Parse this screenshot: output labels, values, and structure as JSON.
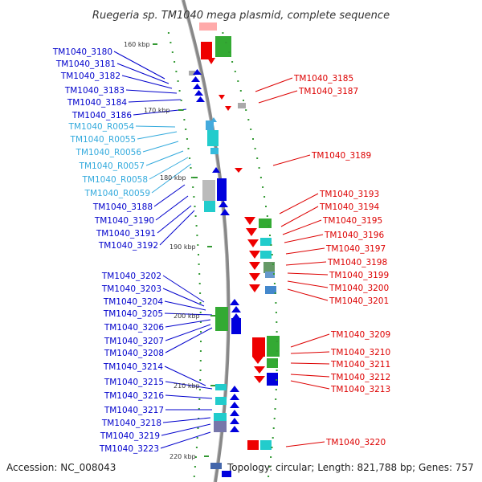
{
  "title": "Ruegeria sp. TM1040 mega plasmid, complete sequence",
  "footer": {
    "accession": "Accession: NC_008043",
    "info": "Topology: circular; Length: 821,788 bp; Genes: 757"
  },
  "colors": {
    "backbone": "#888888",
    "forward_label": "#0000cc",
    "rna_label": "#33aadd",
    "reverse_label": "#dd0000",
    "gene_forward": "#0000dd",
    "gene_reverse": "#ee0000",
    "gene_green": "#33aa33",
    "gene_cyan": "#22cccc",
    "tick": "#339933"
  },
  "ticks": [
    {
      "label": "160 kbp"
    },
    {
      "label": "170 kbp"
    },
    {
      "label": "180 kbp"
    },
    {
      "label": "190 kbp"
    },
    {
      "label": "200 kbp"
    },
    {
      "label": "210 kbp"
    },
    {
      "label": "220 kbp"
    }
  ],
  "left_labels": [
    {
      "text": "TM1040_3180",
      "kind": "forward"
    },
    {
      "text": "TM1040_3181",
      "kind": "forward"
    },
    {
      "text": "TM1040_3182",
      "kind": "forward"
    },
    {
      "text": "TM1040_3183",
      "kind": "forward"
    },
    {
      "text": "TM1040_3184",
      "kind": "forward"
    },
    {
      "text": "TM1040_3186",
      "kind": "forward"
    },
    {
      "text": "TM1040_R0054",
      "kind": "rna"
    },
    {
      "text": "TM1040_R0055",
      "kind": "rna"
    },
    {
      "text": "TM1040_R0056",
      "kind": "rna"
    },
    {
      "text": "TM1040_R0057",
      "kind": "rna"
    },
    {
      "text": "TM1040_R0058",
      "kind": "rna"
    },
    {
      "text": "TM1040_R0059",
      "kind": "rna"
    },
    {
      "text": "TM1040_3188",
      "kind": "forward"
    },
    {
      "text": "TM1040_3190",
      "kind": "forward"
    },
    {
      "text": "TM1040_3191",
      "kind": "forward"
    },
    {
      "text": "TM1040_3192",
      "kind": "forward"
    },
    {
      "text": "TM1040_3202",
      "kind": "forward"
    },
    {
      "text": "TM1040_3203",
      "kind": "forward"
    },
    {
      "text": "TM1040_3204",
      "kind": "forward"
    },
    {
      "text": "TM1040_3205",
      "kind": "forward"
    },
    {
      "text": "TM1040_3206",
      "kind": "forward"
    },
    {
      "text": "TM1040_3207",
      "kind": "forward"
    },
    {
      "text": "TM1040_3208",
      "kind": "forward"
    },
    {
      "text": "TM1040_3214",
      "kind": "forward"
    },
    {
      "text": "TM1040_3215",
      "kind": "forward"
    },
    {
      "text": "TM1040_3216",
      "kind": "forward"
    },
    {
      "text": "TM1040_3217",
      "kind": "forward"
    },
    {
      "text": "TM1040_3218",
      "kind": "forward"
    },
    {
      "text": "TM1040_3219",
      "kind": "forward"
    },
    {
      "text": "TM1040_3223",
      "kind": "forward"
    }
  ],
  "right_labels": [
    {
      "text": "TM1040_3185"
    },
    {
      "text": "TM1040_3187"
    },
    {
      "text": "TM1040_3189"
    },
    {
      "text": "TM1040_3193"
    },
    {
      "text": "TM1040_3194"
    },
    {
      "text": "TM1040_3195"
    },
    {
      "text": "TM1040_3196"
    },
    {
      "text": "TM1040_3197"
    },
    {
      "text": "TM1040_3198"
    },
    {
      "text": "TM1040_3199"
    },
    {
      "text": "TM1040_3200"
    },
    {
      "text": "TM1040_3201"
    },
    {
      "text": "TM1040_3209"
    },
    {
      "text": "TM1040_3210"
    },
    {
      "text": "TM1040_3211"
    },
    {
      "text": "TM1040_3212"
    },
    {
      "text": "TM1040_3213"
    },
    {
      "text": "TM1040_3220"
    }
  ]
}
